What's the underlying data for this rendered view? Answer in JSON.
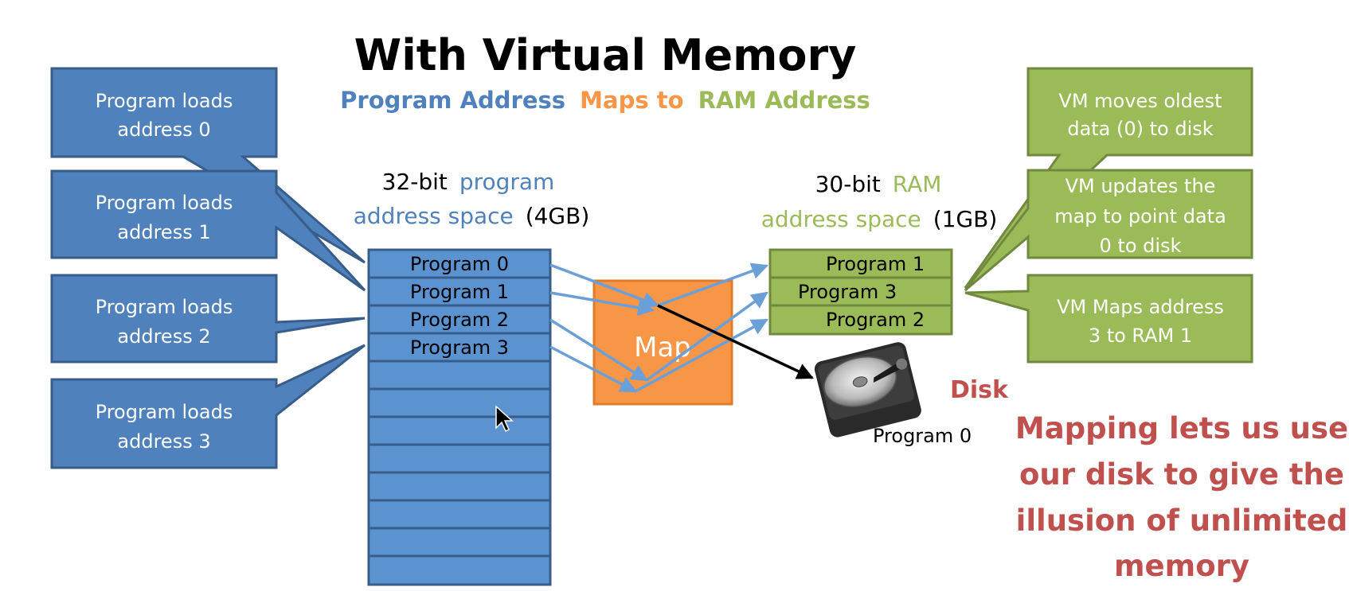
{
  "title": "With Virtual Memory",
  "subtitle": {
    "part1": "Program Address",
    "part2": "Maps to",
    "part3": "RAM Address"
  },
  "program_space": {
    "line1_black": "32-bit",
    "line1_blue": "program",
    "line2_blue": "address space",
    "line2_black": "(4GB)",
    "slots": [
      "Program 0",
      "Program 1",
      "Program 2",
      "Program 3"
    ]
  },
  "ram_space": {
    "line1_black": "30-bit",
    "line1_green": "RAM",
    "line2_green": "address space",
    "line2_black": "(1GB)",
    "slots": [
      "Program 1",
      "Program 3",
      "Program 2"
    ]
  },
  "map_label": "Map",
  "disk": {
    "label": "Disk",
    "content": "Program 0"
  },
  "left_callouts": [
    [
      "Program loads",
      "address 0"
    ],
    [
      "Program loads",
      "address 1"
    ],
    [
      "Program loads",
      "address 2"
    ],
    [
      "Program loads",
      "address 3"
    ]
  ],
  "right_callouts": [
    [
      "VM moves oldest",
      "data (0) to disk"
    ],
    [
      "VM updates the",
      "map to point data",
      "0 to disk"
    ],
    [
      "VM Maps address",
      "3 to RAM 1"
    ]
  ],
  "conclusion": [
    "Mapping lets us use",
    "our disk to give the",
    "illusion of unlimited",
    "memory"
  ],
  "colors": {
    "blue": "#4f81bd",
    "blue_light": "#5b93d0",
    "orange": "#f79646",
    "green": "#9bbb59",
    "red": "#c0504d"
  }
}
